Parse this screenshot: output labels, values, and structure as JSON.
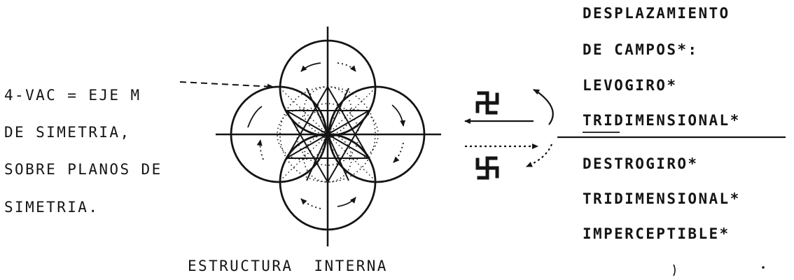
{
  "left_note": {
    "lines": [
      "4-VAC = EJE M",
      "DE SIMETRIA,",
      "SOBRE PLANOS DE",
      "SIMETRIA."
    ]
  },
  "caption": "ESTRUCTURA  INTERNA",
  "right_text": {
    "heading_lines": [
      "DESPLAZAMIENTO",
      "DE CAMPOS*:"
    ],
    "levogiro": [
      "LEVOGIRO*",
      "TRIDIMENSIONAL*"
    ],
    "destrogiro": [
      "DESTROGIRO*",
      "TRIDIMENSIONAL*",
      "IMPERCEPTIBLE*"
    ]
  },
  "symbols": {
    "top": "swastika-left-icon",
    "bottom": "swastika-right-icon"
  },
  "colors": {
    "ink": "#141414",
    "paper": "#ffffff"
  }
}
